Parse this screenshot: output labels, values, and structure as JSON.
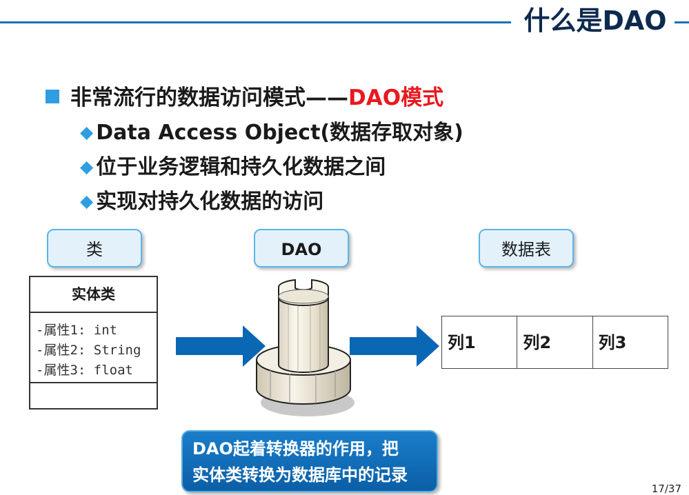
{
  "header": {
    "title": "什么是DAO"
  },
  "bullets": {
    "main_prefix": "非常流行的数据访问模式——",
    "main_highlight": "DAO模式",
    "sub": [
      "Data Access Object(数据存取对象)",
      "位于业务逻辑和持久化数据之间",
      "实现对持久化数据的访问"
    ]
  },
  "diagram": {
    "labels": {
      "class": "类",
      "dao": "DAO",
      "table": "数据表"
    },
    "entity": {
      "title": "实体类",
      "attributes": [
        "-属性1: int",
        "-属性2: String",
        "-属性3: float"
      ]
    },
    "columns": [
      "列1",
      "列2",
      "列3"
    ],
    "callout": [
      "DAO起着转换器的作用，把",
      "实体类转换为数据库中的记录"
    ]
  },
  "page": "17/37",
  "colors": {
    "accent": "#2f9ee0",
    "highlight": "#e8191f",
    "arrow": "#0a67b3",
    "title": "#0d2a4f"
  }
}
